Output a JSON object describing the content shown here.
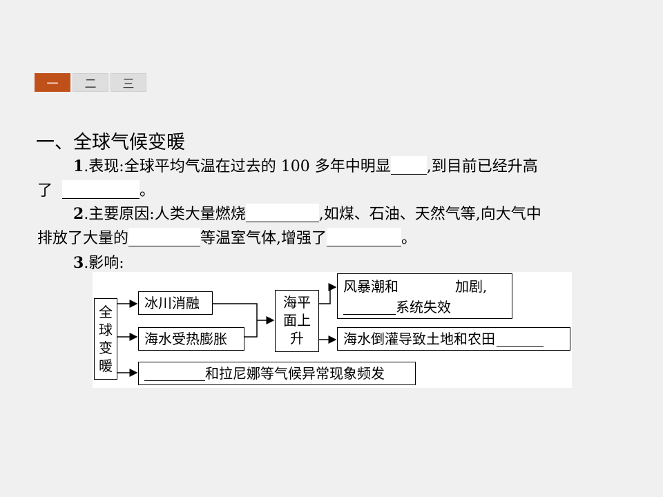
{
  "tabs": [
    {
      "label": "一",
      "active": true
    },
    {
      "label": "二",
      "active": false
    },
    {
      "label": "三",
      "active": false
    }
  ],
  "section_title": "一、全球气候变暖",
  "p1": {
    "num": "1",
    "label": ".表现:全球平均气温在过去的 100 多年中明显",
    "after_blank1": ",到目前已经升高",
    "line2_start": "了",
    "end": "。"
  },
  "p2": {
    "num": "2",
    "label": ".主要原因:人类大量燃烧",
    "after_blank1": ",如煤、石油、天然气等,向大气中",
    "line2_start": "排放了大量的",
    "mid": "等温室气体,增强了",
    "end": "。"
  },
  "p3": {
    "num": "3",
    "label": ".影响:"
  },
  "diagram": {
    "root": "全球变暖",
    "cause1": "冰川消融",
    "cause2": "海水受热膨胀",
    "sea_level": "海平面上升",
    "effect1_line1_a": "风暴潮和",
    "effect1_line1_b": "加剧,",
    "effect1_line2": "系统失效",
    "effect2": "海水倒灌导致土地和农田",
    "effect3": "和拉尼娜等气候异常现象频发"
  }
}
